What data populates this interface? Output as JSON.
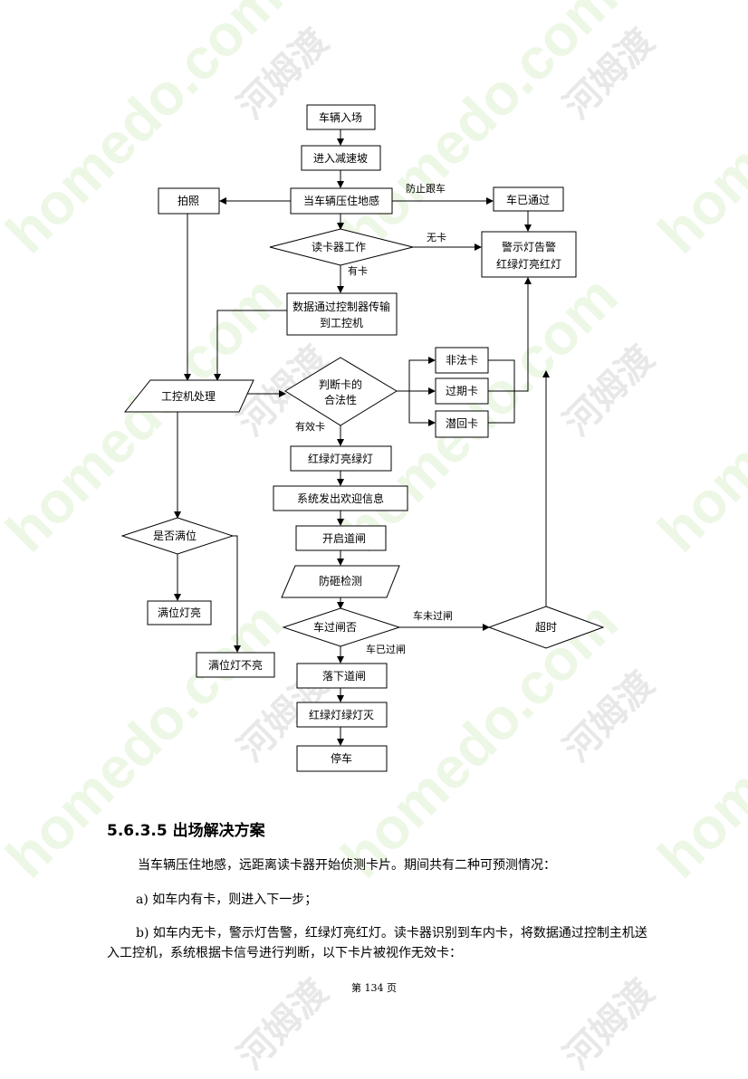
{
  "watermark": {
    "latin": "homedo.com",
    "cjk": "河姆渡"
  },
  "flowchart": {
    "nodes": {
      "entry": "车辆入场",
      "speed_bump": "进入减速坡",
      "loop": "当车辆压住地感",
      "photo": "拍照",
      "car_passed": "车已通过",
      "reader": "读卡器工作",
      "alarm_line1": "警示灯告警",
      "alarm_line2": "红绿灯亮红灯",
      "transmit_line1": "数据通过控制器传输",
      "transmit_line2": "到工控机",
      "ipc": "工控机处理",
      "judge_line1": "判断卡的",
      "judge_line2": "合法性",
      "illegal": "非法卡",
      "expired": "过期卡",
      "passback": "潜回卡",
      "green": "红绿灯亮绿灯",
      "welcome": "系统发出欢迎信息",
      "open_gate": "开启道闸",
      "anti_smash": "防砸检测",
      "passed_gate": "车过闸否",
      "timeout": "超时",
      "lower_gate": "落下道闸",
      "lights_off": "红绿灯绿灯灭",
      "stop": "停车",
      "full": "是否满位",
      "full_on": "满位灯亮",
      "full_off": "满位灯不亮"
    },
    "edge_labels": {
      "tailgate": "防止跟车",
      "no_card": "无卡",
      "has_card": "有卡",
      "valid_card": "有效卡",
      "not_passed": "车未过闸",
      "passed": "车已过闸"
    }
  },
  "section": {
    "heading": "5.6.3.5 出场解决方案",
    "para1": "当车辆压住地感，远距离读卡器开始侦测卡片。期间共有二种可预测情况：",
    "para2": "a)  如车内有卡，则进入下一步；",
    "para3": "b)  如车内无卡，警示灯告警，红绿灯亮红灯。读卡器识别到车内卡，将数据通过控制主机送入工控机，系统根据卡信号进行判断，以下卡片被视作无效卡："
  },
  "footer": {
    "page": "第 134 页"
  }
}
